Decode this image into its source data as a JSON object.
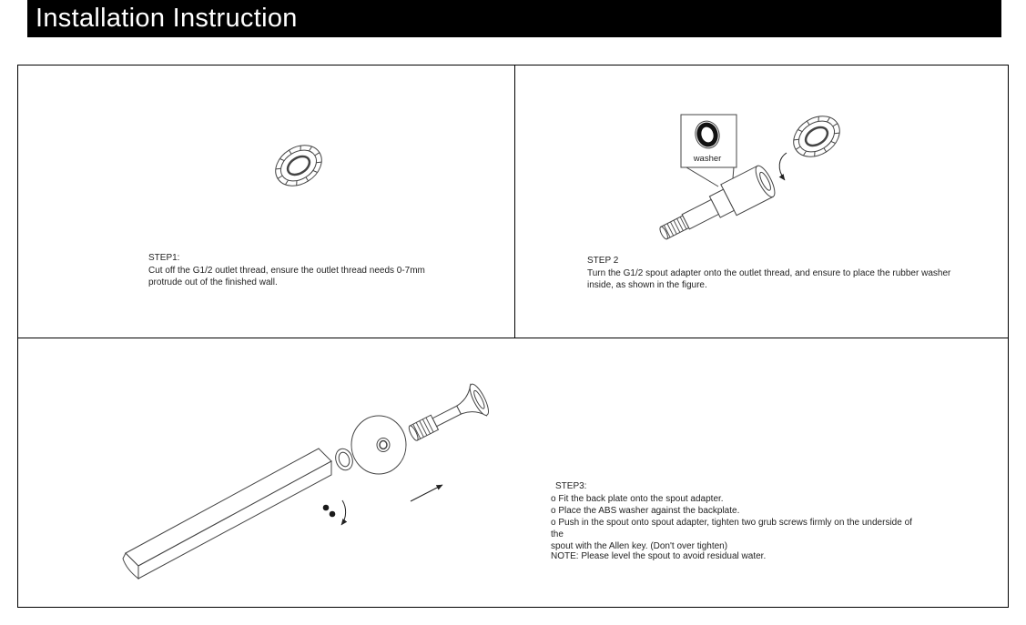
{
  "header": {
    "title": "Installation Instruction"
  },
  "step1": {
    "title": "STEP1:",
    "body": "Cut off the G1/2 outlet thread, ensure the outlet thread needs 0-7mm\nprotrude out of the finished wall."
  },
  "step2": {
    "title": "STEP 2",
    "body": "Turn the G1/2 spout adapter onto the outlet thread, and ensure to place the rubber washer\ninside, as shown in the figure.",
    "washer_label": "washer"
  },
  "step3": {
    "title": "STEP3:",
    "body": "o Fit the back plate onto the spout adapter.\no Place the ABS washer against the backplate.\no Push in the spout onto spout adapter, tighten two grub screws firmly on the underside of the\nspout with the Allen key. (Don't over tighten)",
    "note": "NOTE: Please level the spout to avoid residual water."
  },
  "colors": {
    "header_bg": "#000000",
    "line_art": "#444444"
  }
}
